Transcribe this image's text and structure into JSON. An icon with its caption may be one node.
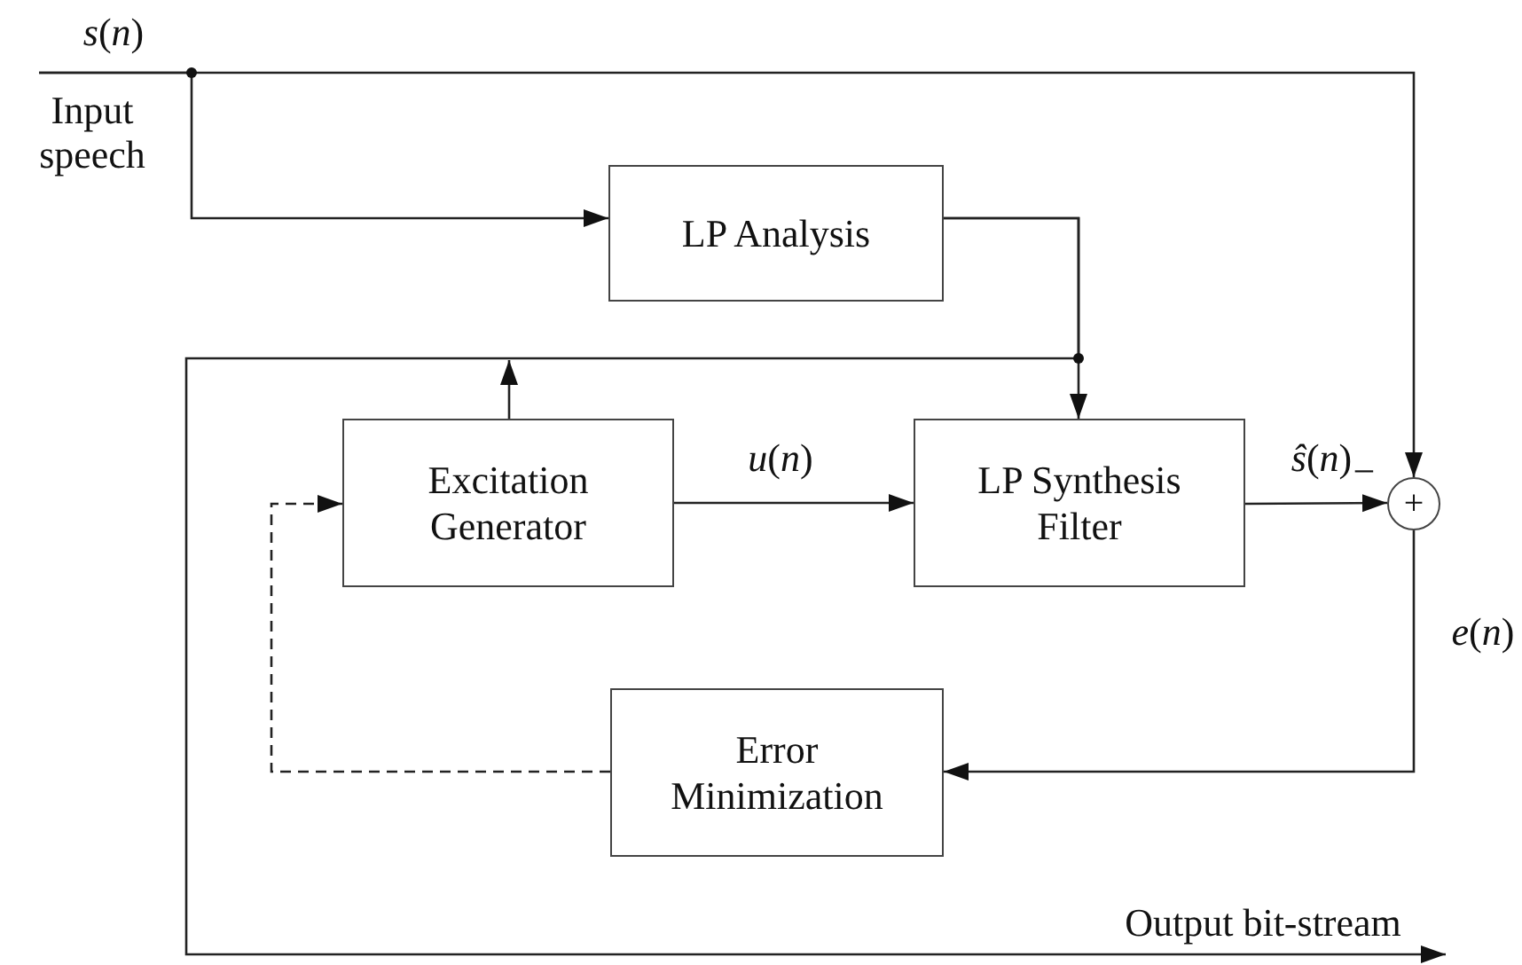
{
  "diagram": {
    "nodes": [
      {
        "text": [
          "LP Analysis"
        ]
      },
      {
        "text": [
          "Excitation Generator"
        ]
      },
      {
        "text": [
          "LP Synthesis Filter"
        ]
      },
      {
        "text": [
          "Error Minimization"
        ]
      },
      {
        "text": [
          "+"
        ]
      }
    ],
    "edges": [
      {
        "from": null,
        "to": 0,
        "arrow": "to"
      },
      {
        "from": null,
        "to": 4,
        "arrow": "to"
      },
      {
        "from": 0,
        "to": 2,
        "arrow": "to"
      },
      {
        "from": 1,
        "to": 2,
        "arrow": "to",
        "label": "*u*(*n*)"
      },
      {
        "from": 2,
        "to": 4,
        "arrow": "to",
        "label": "*ŝ*(*n*)"
      },
      {
        "from": 4,
        "to": 3,
        "arrow": "to",
        "label": "*e*(*n*)"
      },
      {
        "from": 3,
        "to": 1,
        "arrow": "to",
        "style": "dashed"
      },
      {
        "from": 1,
        "to": null,
        "arrow": "to"
      },
      {
        "from": 0,
        "to": null,
        "arrow": "to",
        "label": "Output bit-stream"
      }
    ],
    "labels": [
      "*s*(*n*)",
      "Input speech",
      "−"
    ]
  }
}
